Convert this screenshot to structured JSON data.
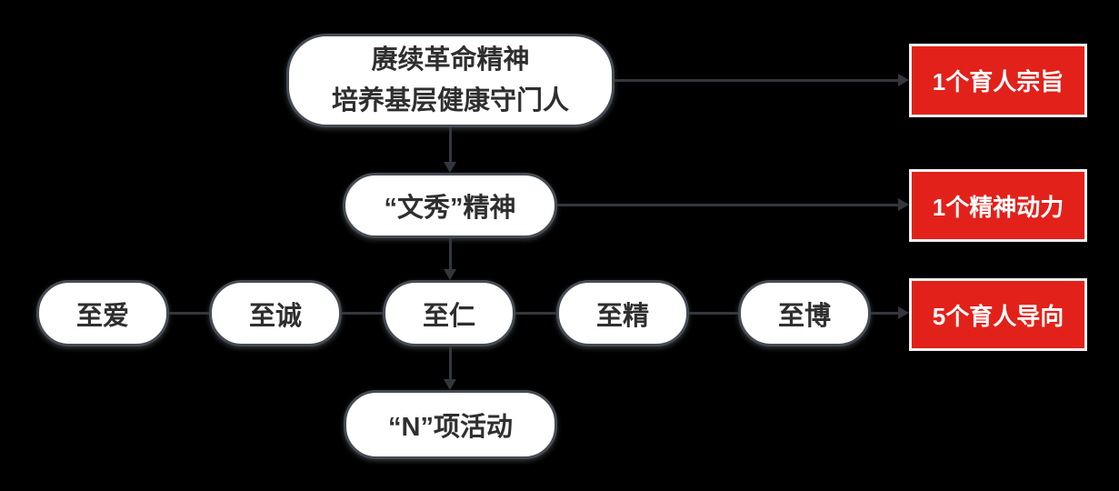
{
  "diagram": {
    "background": "#000000",
    "root": {
      "line1": "赓续革命精神",
      "line2": "培养基层健康守门人"
    },
    "spirit": {
      "label": "“文秀”精神"
    },
    "orientations": [
      {
        "label": "至爱"
      },
      {
        "label": "至诚"
      },
      {
        "label": "至仁"
      },
      {
        "label": "至精"
      },
      {
        "label": "至博"
      }
    ],
    "activities": {
      "label": "“N”项活动"
    },
    "side_labels": [
      {
        "label": "1个育人宗旨"
      },
      {
        "label": "1个精神动力"
      },
      {
        "label": "5个育人导向"
      }
    ],
    "colors": {
      "node_fill": "#ffffff",
      "node_border": "#454b52",
      "node_text": "#2f2f2f",
      "red_fill": "#e2211a",
      "red_border": "#eef0f2",
      "red_text": "#ffffff",
      "arrow": "#33373d"
    }
  }
}
